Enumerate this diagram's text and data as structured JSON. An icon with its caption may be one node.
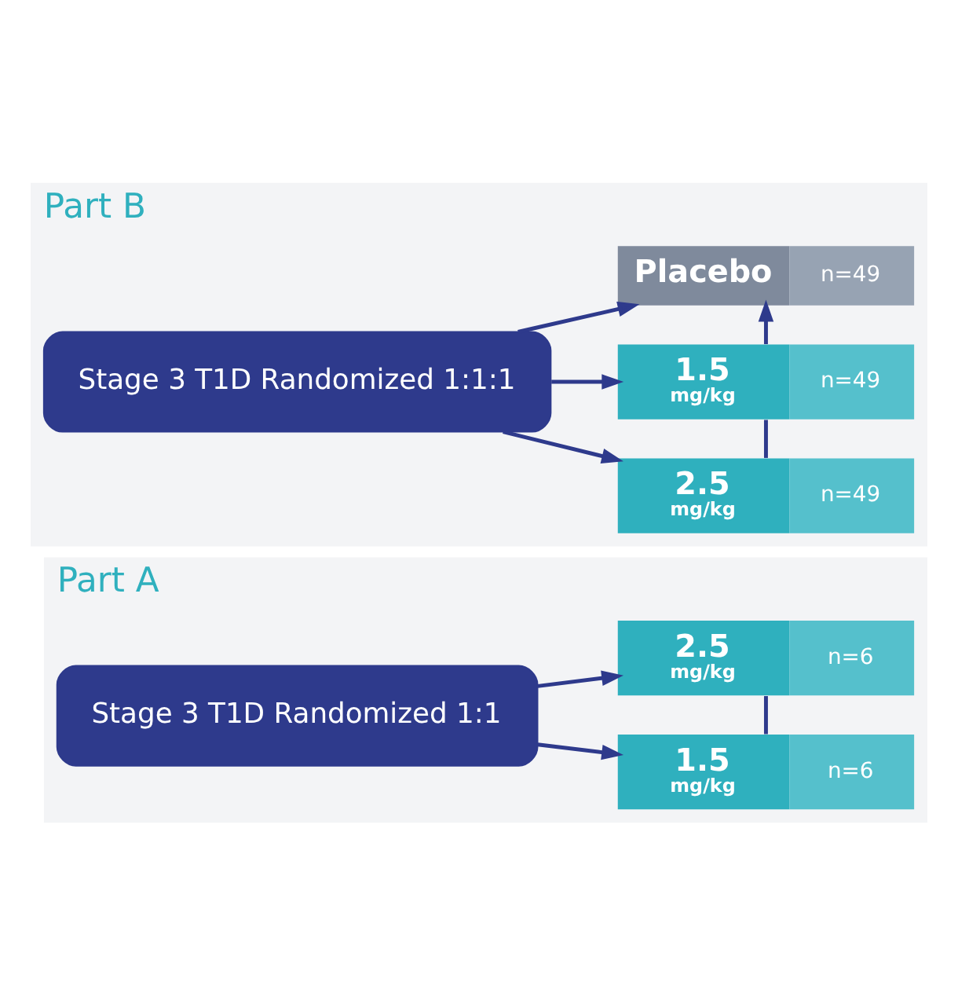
{
  "diagram": {
    "nodes": [
      {
        "text": [
          "Part A"
        ]
      },
      {
        "text": [
          "Stage 3 T1D Randomized 1:1"
        ],
        "in": 0
      },
      {
        "text": [
          "1.5",
          "mg/kg",
          "n=6"
        ],
        "in": 0
      },
      {
        "text": [
          "2.5",
          "mg/kg",
          "n=6"
        ],
        "in": 0
      },
      {
        "text": [
          "Part B"
        ]
      },
      {
        "text": [
          "Stage 3 T1D Randomized 1:1:1"
        ],
        "in": 4
      },
      {
        "text": [
          "2.5",
          "mg/kg",
          "n=49"
        ],
        "in": 4
      },
      {
        "text": [
          "1.5",
          "mg/kg",
          "n=49"
        ],
        "in": 4
      },
      {
        "text": [
          "Placebo",
          "n=49"
        ],
        "in": 4
      }
    ],
    "edges": [
      {
        "from": 1,
        "to": 2,
        "arrow": "to"
      },
      {
        "from": 1,
        "to": 3,
        "arrow": "to"
      },
      {
        "from": 2,
        "to": 3,
        "arrow": "none"
      },
      {
        "from": 5,
        "to": 6,
        "arrow": "to"
      },
      {
        "from": 5,
        "to": 7,
        "arrow": "to"
      },
      {
        "from": 5,
        "to": 8,
        "arrow": "to"
      },
      {
        "from": 6,
        "to": 7,
        "arrow": "none"
      },
      {
        "from": 7,
        "to": 8,
        "arrow": "to"
      }
    ]
  }
}
